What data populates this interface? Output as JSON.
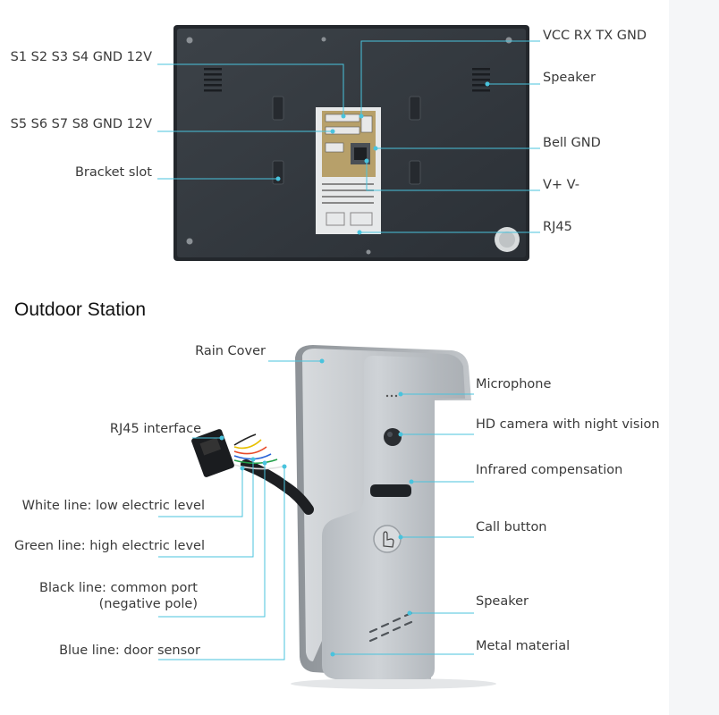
{
  "indoor_labels": {
    "s1_s4": "S1 S2 S3 S4 GND 12V",
    "s5_s8": "S5 S6 S7 S8 GND 12V",
    "bracket_slot": "Bracket slot",
    "vcc": "VCC RX TX GND",
    "speaker": "Speaker",
    "bell_gnd": "Bell GND",
    "v_power": "V+ V-",
    "rj45": "RJ45"
  },
  "section_title": "Outdoor Station",
  "outdoor_labels": {
    "rain_cover": "Rain Cover",
    "rj45_interface": "RJ45 interface",
    "white_line": "White line: low electric level",
    "green_line": "Green line: high electric level",
    "black_line_1": "Black line: common port",
    "black_line_2": "(negative pole)",
    "blue_line": "Blue line: door sensor",
    "microphone": "Microphone",
    "camera": "HD camera with night vision",
    "infrared": "Infrared compensation",
    "call_button": "Call button",
    "speaker": "Speaker",
    "metal": "Metal material"
  },
  "colors": {
    "callout_line": "#49c3dd",
    "monitor_body": "#34393f",
    "station_metal": "#c9cdd1",
    "text": "#3a3a3a"
  }
}
